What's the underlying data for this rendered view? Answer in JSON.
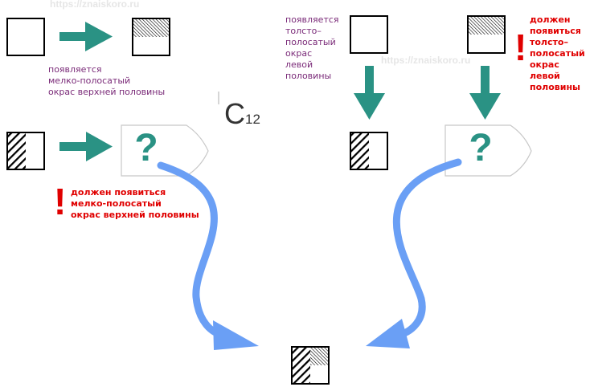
{
  "watermark": "https://znaiskoro.ru",
  "cell_label": {
    "letter": "C",
    "number": "12"
  },
  "texts": {
    "left_top": [
      "появляется",
      "мелко-полосатый",
      "окрас верхней половины"
    ],
    "left_bottom": [
      "должен появиться",
      "мелко-полосатый",
      "окрас верхней половины"
    ],
    "right_mid": [
      "появляется",
      "толсто–",
      "полосатый",
      "окрас",
      "левой",
      "половины"
    ],
    "right_far": [
      "должен",
      "появиться",
      "толсто–",
      "полосатый",
      "окрас",
      "левой",
      "половины"
    ]
  },
  "unknown_symbol": "?",
  "exclamation": "!",
  "colors": {
    "teal": "#2a9284",
    "blue": "#6a9ff5",
    "purple": "#7a2a78",
    "red": "#e00000"
  }
}
